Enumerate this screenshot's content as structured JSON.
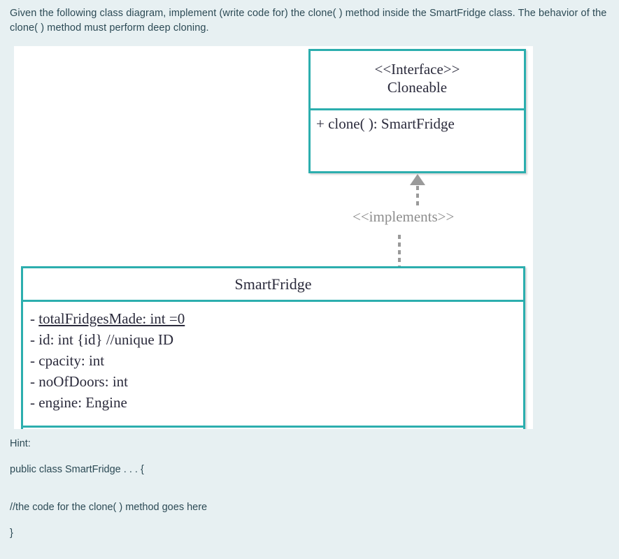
{
  "question": {
    "text": "Given the following class diagram, implement (write code for) the clone( ) method inside the SmartFridge class. The behavior of the clone( ) method must perform deep cloning."
  },
  "diagram": {
    "type": "uml-class-diagram",
    "border_color": "#2caeae",
    "text_color": "#2b2b3c",
    "connector_color": "#8d8d8d",
    "interface": {
      "stereotype": "<<Interface>>",
      "name": "Cloneable",
      "operations": [
        "+ clone( ): SmartFridge"
      ]
    },
    "relationship": {
      "label": "<<implements>>",
      "style": "dashed-line-with-hollow-triangle",
      "from": "SmartFridge",
      "to": "Cloneable"
    },
    "class": {
      "name": "SmartFridge",
      "attributes": [
        {
          "text": "- totalFridgesMade: int =0",
          "static": true
        },
        {
          "text": "- id: int {id} //unique ID",
          "static": false
        },
        {
          "text": "- cpacity: int",
          "static": false
        },
        {
          "text": "- noOfDoors: int",
          "static": false
        },
        {
          "text": "- engine: Engine",
          "static": false
        }
      ],
      "operations": []
    }
  },
  "hint": {
    "label": "Hint:",
    "line1": "public class SmartFridge . . . {",
    "line2": "//the code for the clone( ) method goes here",
    "line3": "}"
  }
}
